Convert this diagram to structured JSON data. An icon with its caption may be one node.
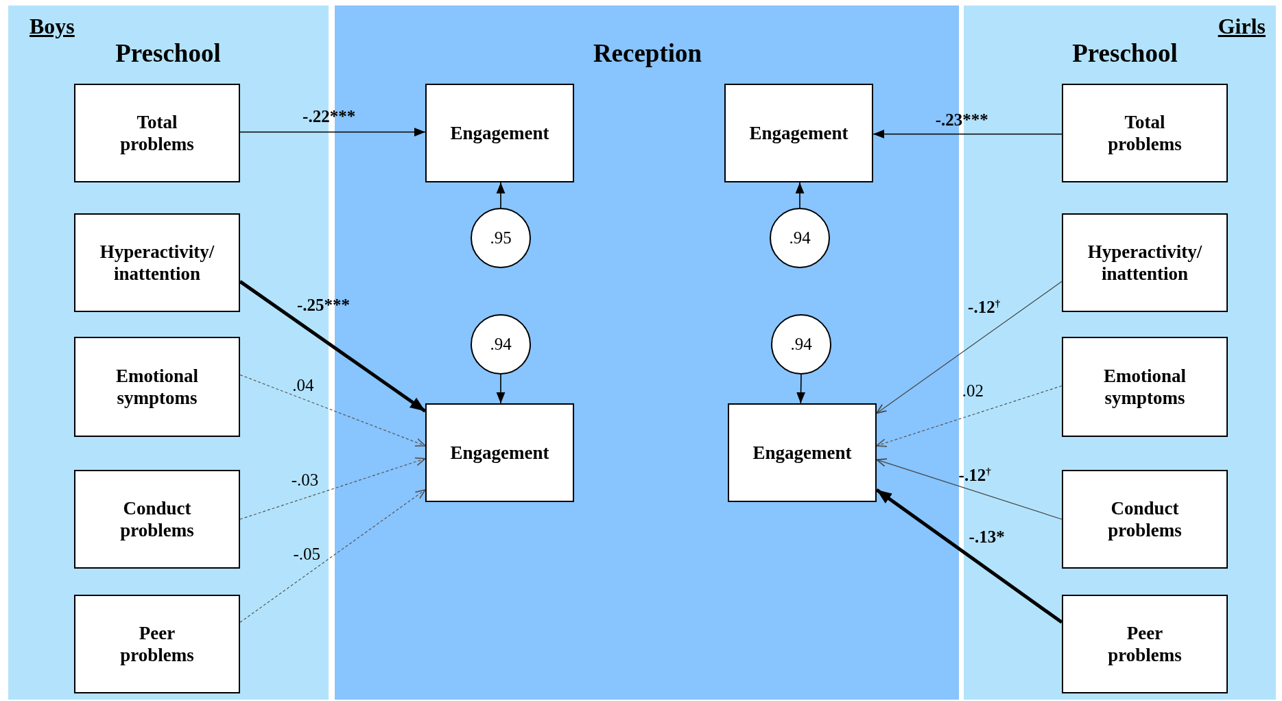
{
  "diagram": {
    "nodes": [
      {
        "text": [
          "Boys",
          "Preschool"
        ]
      },
      {
        "text": [
          "Reception"
        ]
      },
      {
        "text": [
          "Girls",
          "Preschool"
        ]
      },
      {
        "text": [
          "Total problems"
        ],
        "in": 0
      },
      {
        "text": [
          "Hyperactivity/ inattention"
        ],
        "in": 0
      },
      {
        "text": [
          "Emotional symptoms"
        ],
        "in": 0
      },
      {
        "text": [
          "Conduct problems"
        ],
        "in": 0
      },
      {
        "text": [
          "Peer problems"
        ],
        "in": 0
      },
      {
        "text": [
          "Engagement"
        ],
        "in": 1
      },
      {
        "text": [
          ".95"
        ],
        "in": 1
      },
      {
        "text": [
          ".94"
        ],
        "in": 1
      },
      {
        "text": [
          "Engagement"
        ],
        "in": 1
      },
      {
        "text": [
          "Engagement"
        ],
        "in": 1
      },
      {
        "text": [
          ".94"
        ],
        "in": 1
      },
      {
        "text": [
          ".94"
        ],
        "in": 1
      },
      {
        "text": [
          "Engagement"
        ],
        "in": 1
      },
      {
        "text": [
          "Total problems"
        ],
        "in": 2
      },
      {
        "text": [
          "Hyperactivity/ inattention"
        ],
        "in": 2
      },
      {
        "text": [
          "Emotional symptoms"
        ],
        "in": 2
      },
      {
        "text": [
          "Conduct problems"
        ],
        "in": 2
      },
      {
        "text": [
          "Peer problems"
        ],
        "in": 2
      }
    ],
    "edges": [
      {
        "from": 3,
        "to": 8,
        "arrow": "to",
        "label": "-.22***"
      },
      {
        "from": 4,
        "to": 11,
        "arrow": "to",
        "label": "-.25***",
        "style": "thick"
      },
      {
        "from": 5,
        "to": 11,
        "arrow": "to",
        "label": ".04",
        "style": "dashed"
      },
      {
        "from": 6,
        "to": 11,
        "arrow": "to",
        "label": "-.03",
        "style": "dashed"
      },
      {
        "from": 7,
        "to": 11,
        "arrow": "to",
        "label": "-.05",
        "style": "dashed"
      },
      {
        "from": 9,
        "to": 8,
        "arrow": "to"
      },
      {
        "from": 10,
        "to": 11,
        "arrow": "to"
      },
      {
        "from": 13,
        "to": 12,
        "arrow": "to"
      },
      {
        "from": 14,
        "to": 15,
        "arrow": "to"
      },
      {
        "from": 16,
        "to": 12,
        "arrow": "to",
        "label": "-.23***"
      },
      {
        "from": 17,
        "to": 15,
        "arrow": "to",
        "label": "-.12$^{†}$",
        "color": "#444444"
      },
      {
        "from": 18,
        "to": 15,
        "arrow": "to",
        "label": ".02",
        "style": "dashed"
      },
      {
        "from": 19,
        "to": 15,
        "arrow": "to",
        "label": "-.12$^{†}$",
        "color": "#444444"
      },
      {
        "from": 20,
        "to": 15,
        "arrow": "to",
        "label": "-.13*",
        "style": "thick"
      }
    ]
  }
}
